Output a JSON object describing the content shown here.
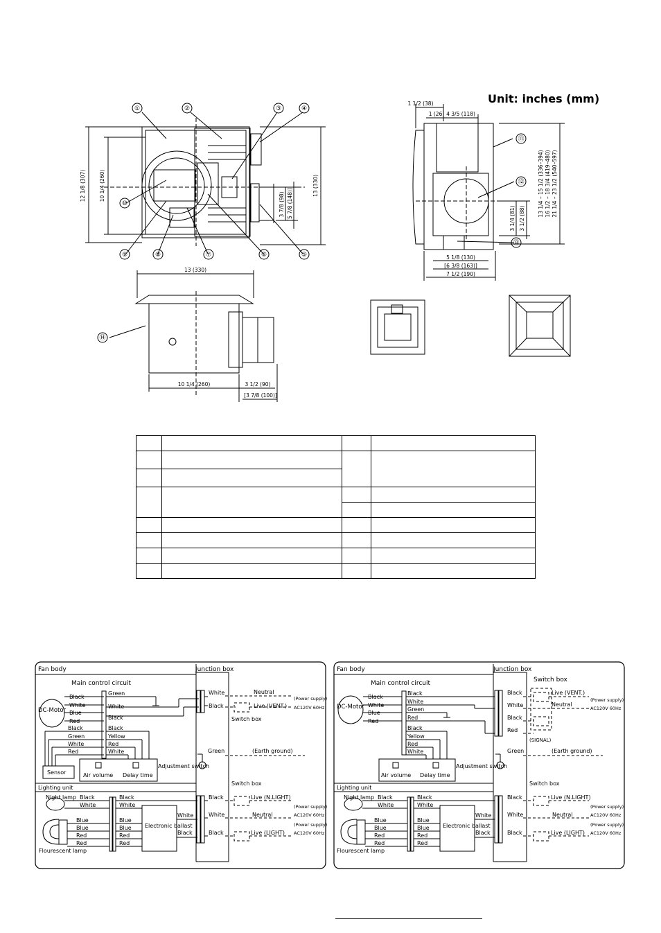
{
  "unit_title": "Unit: inches (mm)",
  "callouts": [
    "①",
    "②",
    "③",
    "④",
    "⑤",
    "⑥",
    "⑦",
    "⑧",
    "⑨",
    "⑩",
    "⑪",
    "⑫",
    "⑬",
    "⑭"
  ],
  "dims": {
    "left_height": "12 1/8 (307)",
    "inner_height": "10 1/4 (260)",
    "right_height": "13 (330)",
    "duct_a": "3 7/8 (98)",
    "duct_b": "[5 7/8 (148)]",
    "side_width": "13 (330)",
    "body_width": "10 1/4 (260)",
    "duct_len": "3 1/2 (90)",
    "duct_len_b": "[3 7/8 (100)]",
    "top_1_1_2": "1 1/2 (38)",
    "top_1": "1 (26)",
    "top_4_3_5": "4 3/5 (118)",
    "ceiling_range": "13 1/4 – 15 1/2 (336–394)",
    "ceiling_range_b": "16 1/2 – 18 3/4 (419–480)",
    "ceiling_range_c": "21 1/4 – 23 1/2 (540–597)",
    "h_3_1_4": "3 1/4 (81)",
    "h_3_1_2": "3 1/2 (88)",
    "w_5_1_8": "5 1/8 (130)",
    "w_6_3_8": "[6 3/8 (163)]",
    "w_7_1_2": "7 1/2 (190)"
  },
  "left_diagram": {
    "fan_body": "Fan body",
    "junction_box": "Junction box",
    "main_control": "Main control circuit",
    "dc_motor": "DC-Motor",
    "motor_wires": [
      "Black",
      "White",
      "Blue",
      "Red"
    ],
    "terminal_wires": [
      "Green",
      "White",
      "Black"
    ],
    "sensor_wires": [
      "Black",
      "Green",
      "White",
      "Red"
    ],
    "adj_wires": [
      "Black",
      "Yellow",
      "Red",
      "White"
    ],
    "neutral": "Neutral",
    "live_vent": "Live (VENT.)",
    "white": "White",
    "black": "Black",
    "green": "Green",
    "power_supply": "(Power supply)",
    "ac": "AC120V 60Hz",
    "switch_box": "Switch box",
    "earth": "(Earth ground)",
    "sensor": "Sensor",
    "air_volume": "Air volume",
    "delay_time": "Delay time",
    "adjustment_switch": "Adjustment switch",
    "lighting_unit": "Lighting unit",
    "night_lamp": "Night lamp",
    "fluorescent_lamp": "Flourescent lamp",
    "lamp_wires_a": [
      "Black",
      "White",
      "Blue",
      "Blue",
      "Red",
      "Red"
    ],
    "ballast": "Electronic ballast",
    "live_nlight": "Live (N.LIGHT)",
    "live_light": "Live (LIGHT)"
  },
  "right_diagram": {
    "fan_body": "Fan body",
    "junction_box": "Junction box",
    "switch_box_top": "Switch box",
    "main_control": "Main control circuit",
    "dc_motor": "DC-Motor",
    "motor_wires": [
      "Black",
      "White",
      "Blue",
      "Red"
    ],
    "ctrl_wires": [
      "Black",
      "White",
      "Green",
      "Red"
    ],
    "adj_wires": [
      "Black",
      "Yellow",
      "Red",
      "White"
    ],
    "live_vent": "Live (VENT.)",
    "neutral": "Neutral",
    "power_supply": "(Power supply)",
    "ac": "AC120V 60Hz",
    "black": "Black",
    "white": "White",
    "red": "Red",
    "green": "Green",
    "signal": "(SIGNAL)",
    "earth": "(Earth ground)",
    "air_volume": "Air volume",
    "delay_time": "Delay time",
    "adjustment_switch": "Adjustment switch",
    "lighting_unit": "Lighting unit",
    "switch_box": "Switch box",
    "night_lamp": "Night lamp",
    "fluorescent_lamp": "Flourescent lamp",
    "lamp_wires_a": [
      "Black",
      "White",
      "Blue",
      "Blue",
      "Red",
      "Red"
    ],
    "ballast": "Electronic ballast",
    "live_nlight": "Live (N.LIGHT)",
    "live_light": "Live (LIGHT)"
  }
}
